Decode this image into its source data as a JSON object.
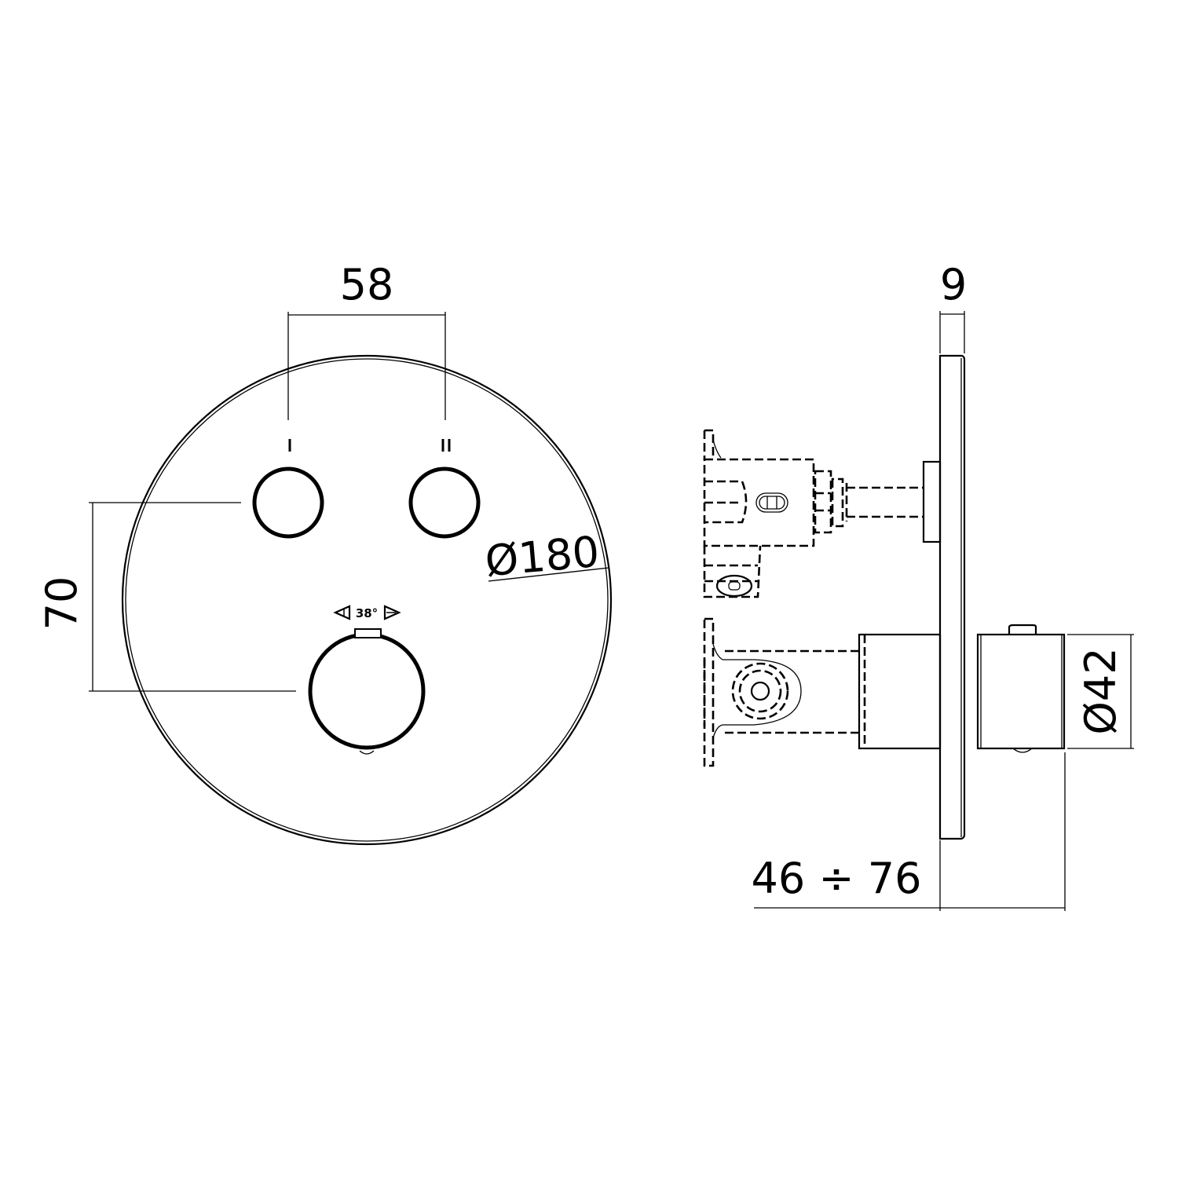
{
  "drawing": {
    "subject": "Thermostatic concealed shower mixer with 2-way diverter, round trim plate",
    "colors": {
      "line": "#000000",
      "background": "#ffffff"
    }
  },
  "front_view": {
    "plate_diameter_label": "Ø180",
    "outlet_spacing_label": "58",
    "vertical_spacing_label": "70",
    "outlet_1_label": "I",
    "outlet_2_label": "II",
    "rotation_label": "38°"
  },
  "side_view": {
    "plate_thickness_label": "9",
    "handle_diameter_label": "Ø42",
    "depth_range_label": "46 ÷ 76"
  }
}
